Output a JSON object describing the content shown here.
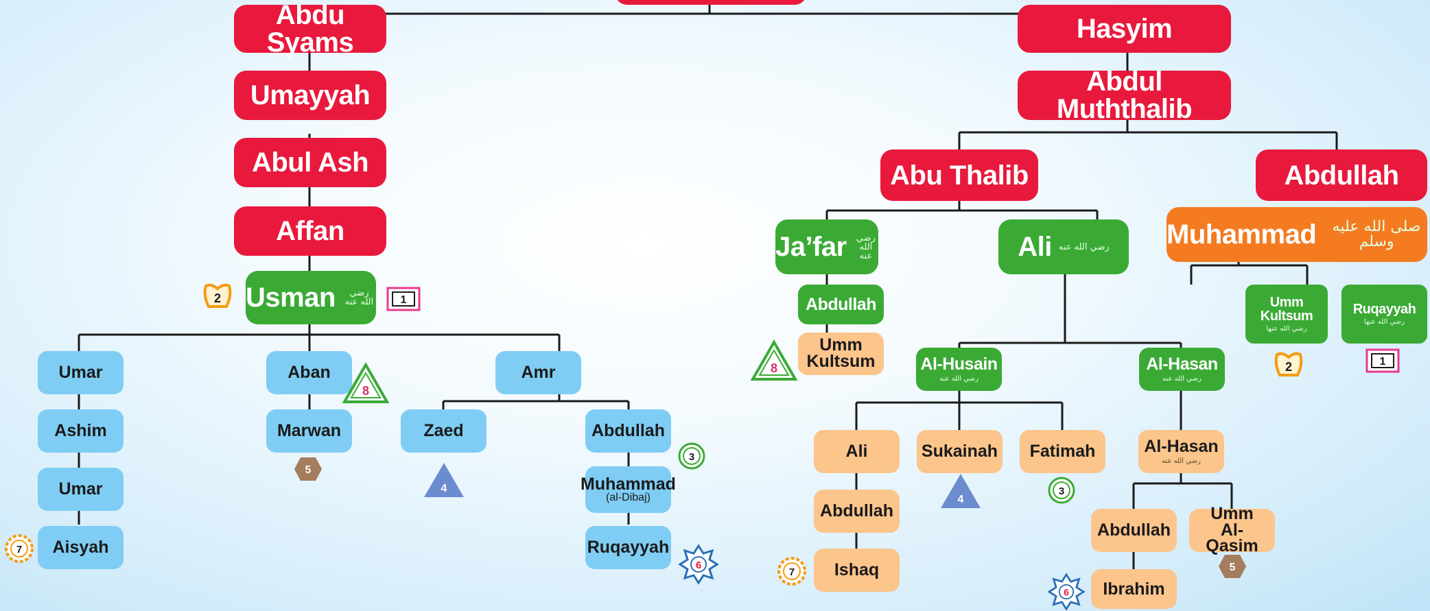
{
  "tree": {
    "abdu_syams": "Abdu Syams",
    "hasyim": "Hasyim",
    "umayyah": "Umayyah",
    "abul_ash": "Abul Ash",
    "affan": "Affan",
    "usman": "Usman",
    "abdul_muththalib": "Abdul Muththalib",
    "abu_thalib": "Abu Thalib",
    "abdullah_father": "Abdullah",
    "jafar": "Ja’far",
    "ali": "Ali",
    "muhammad": "Muhammad",
    "abdullah_jafar": "Abdullah",
    "umm_kultsum_jafar": "Umm Kultsum",
    "umm_kultsum_daughter": "Umm Kultsum",
    "ruqayyah_daughter": "Ruqayyah",
    "al_husain": "Al-Husain",
    "al_hasan": "Al-Hasan",
    "umar_1": "Umar",
    "ashim": "Ashim",
    "umar_2": "Umar",
    "aisyah": "Aisyah",
    "aban": "Aban",
    "marwan": "Marwan",
    "amr": "Amr",
    "zaed": "Zaed",
    "abdullah_amr": "Abdullah",
    "muhammad_dibaj": "Muhammad",
    "muhammad_dibaj_sub": "(al-Dibaj)",
    "ruqayyah_granddaughter": "Ruqayyah",
    "ali_husain": "Ali",
    "sukainah": "Sukainah",
    "fatimah": "Fatimah",
    "abdullah_ali": "Abdullah",
    "ishaq": "Ishaq",
    "al_hasan_2": "Al-Hasan",
    "abdullah_hasan": "Abdullah",
    "umm_al_qasim": "Umm Al-Qasim",
    "ibrahim": "Ibrahim"
  },
  "honorifics": {
    "ra": "رضي الله عنه",
    "ra_f": "رضي الله عنها",
    "saw": "صلى الله عليه وسلم"
  },
  "markers": {
    "m1": "1",
    "m2": "2",
    "m3": "3",
    "m4": "4",
    "m5": "5",
    "m6": "6",
    "m7": "7",
    "m8": "8"
  },
  "colors": {
    "ancestor": "#e8193c",
    "companion": "#3aaa35",
    "prophet": "#f47b20",
    "umayyad_line": "#7fcdf4",
    "hashimite_line": "#fbc58c"
  }
}
